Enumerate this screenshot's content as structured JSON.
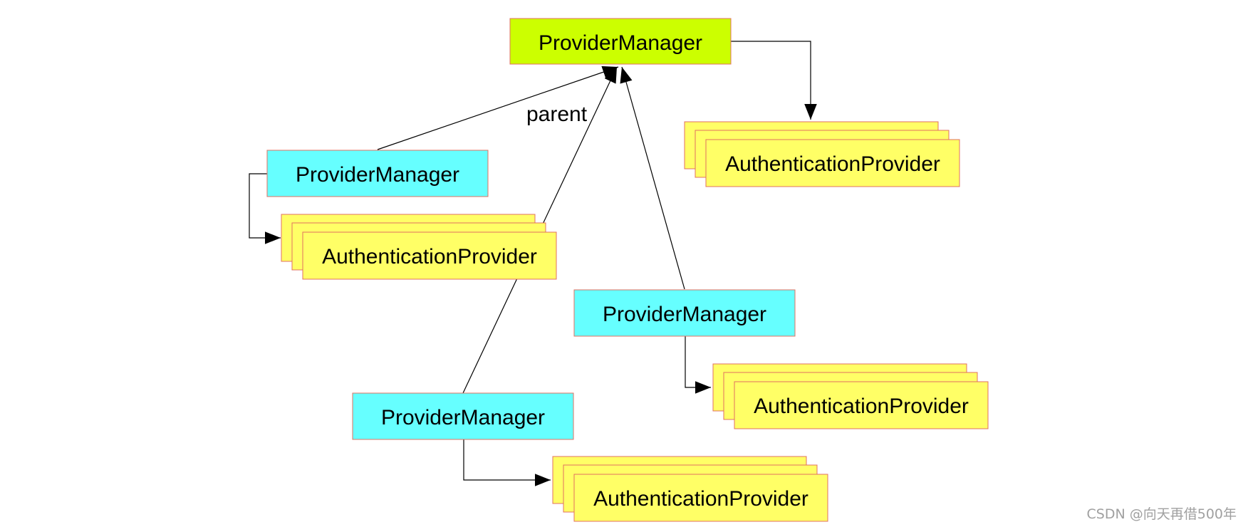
{
  "colors": {
    "root_manager_fill": "#ccff00",
    "child_manager_fill": "#66ffff",
    "provider_fill": "#ffff66",
    "border": "#e07060",
    "edge": "#000000"
  },
  "nodes": {
    "root_manager": "ProviderManager",
    "manager_left": "ProviderManager",
    "manager_middle": "ProviderManager",
    "manager_bottom": "ProviderManager",
    "providers_root": "AuthenticationProvider",
    "providers_left": "AuthenticationProvider",
    "providers_middle": "AuthenticationProvider",
    "providers_bottom": "AuthenticationProvider"
  },
  "edge_label": "parent",
  "watermark": "CSDN @向天再借500年"
}
